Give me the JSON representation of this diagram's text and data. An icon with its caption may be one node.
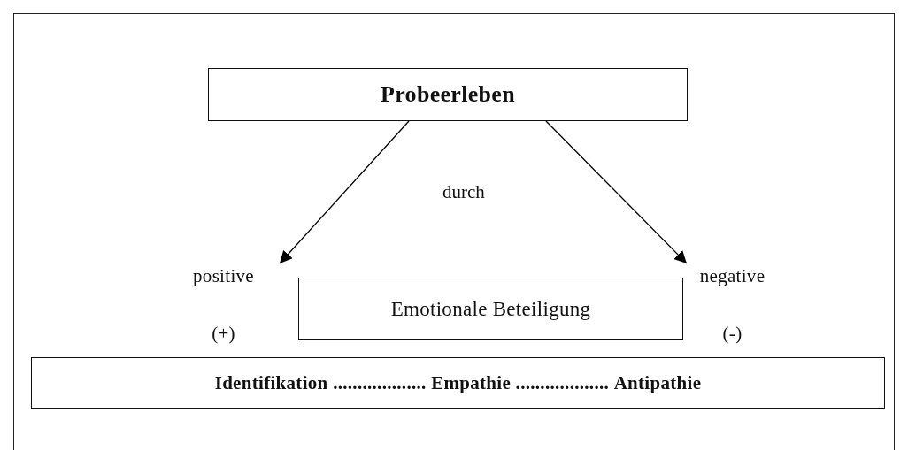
{
  "diagram": {
    "nodes": [
      {
        "text": [
          "Probeerleben"
        ]
      },
      {
        "text": [
          "positive",
          "(+)"
        ]
      },
      {
        "text": [
          "negative",
          "(-)"
        ]
      },
      {
        "text": [
          "Emotionale Beteiligung"
        ]
      },
      {
        "text": [
          "**Identifikation** ................... **Empathie** ................... **Antipathie**"
        ]
      }
    ],
    "edges": [
      {
        "from": 0,
        "to": 1,
        "arrow": "to"
      },
      {
        "from": 0,
        "to": 2,
        "arrow": "to"
      }
    ],
    "labels": [
      "durch"
    ]
  }
}
